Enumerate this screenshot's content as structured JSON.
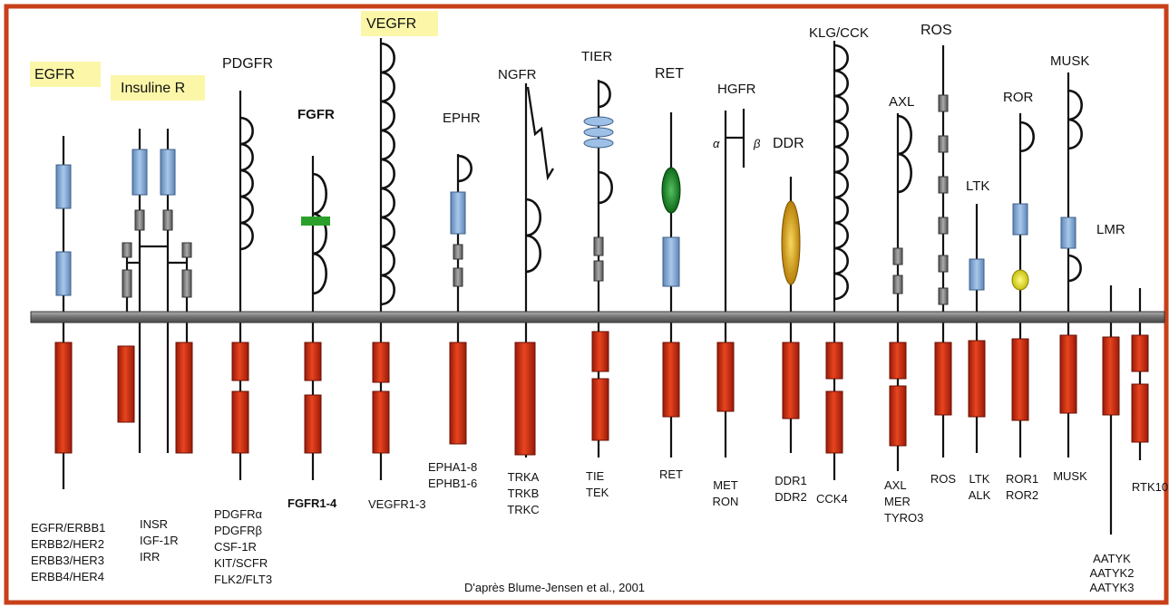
{
  "receptors": [
    {
      "key": "egfr",
      "name": "EGFR",
      "highlight": true,
      "members": [
        "EGFR/ERBB1",
        "ERBB2/HER2",
        "ERBB3/HER3",
        "ERBB4/HER4"
      ]
    },
    {
      "key": "insr",
      "name": "Insuline R",
      "highlight": true,
      "members": [
        "INSR",
        "IGF-1R",
        "IRR"
      ]
    },
    {
      "key": "pdgfr",
      "name": "PDGFR",
      "highlight": false,
      "members": [
        "PDGFRα",
        "PDGFRβ",
        "CSF-1R",
        "KIT/SCFR",
        "FLK2/FLT3"
      ]
    },
    {
      "key": "fgfr",
      "name": "FGFR",
      "highlight": false,
      "bold": true,
      "members": [
        "FGFR1-4"
      ]
    },
    {
      "key": "vegfr",
      "name": "VEGFR",
      "highlight": true,
      "members": [
        "VEGFR1-3"
      ]
    },
    {
      "key": "ephr",
      "name": "EPHR",
      "highlight": false,
      "members": [
        "EPHA1-8",
        "EPHB1-6"
      ]
    },
    {
      "key": "ngfr",
      "name": "NGFR",
      "highlight": false,
      "members": [
        "TRKA",
        "TRKB",
        "TRKC"
      ]
    },
    {
      "key": "tier",
      "name": "TIER",
      "highlight": false,
      "members": [
        "TIE",
        "TEK"
      ]
    },
    {
      "key": "ret",
      "name": "RET",
      "highlight": false,
      "members": [
        "RET"
      ]
    },
    {
      "key": "hgfr",
      "name": "HGFR",
      "highlight": false,
      "alpha": "α",
      "beta": "β",
      "members": [
        "MET",
        "RON"
      ]
    },
    {
      "key": "ddr",
      "name": "DDR",
      "highlight": false,
      "members": [
        "DDR1",
        "DDR2"
      ]
    },
    {
      "key": "klg",
      "name": "KLG/CCK",
      "highlight": false,
      "members": [
        "CCK4"
      ]
    },
    {
      "key": "axl",
      "name": "AXL",
      "highlight": false,
      "members": [
        "AXL",
        "MER",
        "TYRO3"
      ]
    },
    {
      "key": "ros",
      "name": "ROS",
      "highlight": false,
      "members": [
        "ROS"
      ]
    },
    {
      "key": "ltk",
      "name": "LTK",
      "highlight": false,
      "members": [
        "LTK",
        "ALK"
      ]
    },
    {
      "key": "ror",
      "name": "ROR",
      "highlight": false,
      "members": [
        "ROR1",
        "ROR2"
      ]
    },
    {
      "key": "musk",
      "name": "MUSK",
      "highlight": false,
      "members": [
        "MUSK"
      ]
    },
    {
      "key": "lmr",
      "name": "LMR",
      "highlight": false,
      "members": [
        "AATYK",
        "AATYK2",
        "AATYK3"
      ]
    },
    {
      "key": "rtk10",
      "name": "",
      "highlight": false,
      "members": [
        "RTK10"
      ]
    }
  ],
  "citation": "D'après Blume-Jensen et al., 2001",
  "colors": {
    "frame": "#c8401a",
    "membrane": "#8a8a8a",
    "kinase": "#d42a10",
    "ig_domain": "#8fb4de",
    "small_domain": "#8a8a8a",
    "highlight": "#fcf7a8",
    "cadherin": "#1f8a2a",
    "discoidin": "#e0a818",
    "kringle": "#e8e020",
    "fgfr_mark": "#2aa02a"
  }
}
